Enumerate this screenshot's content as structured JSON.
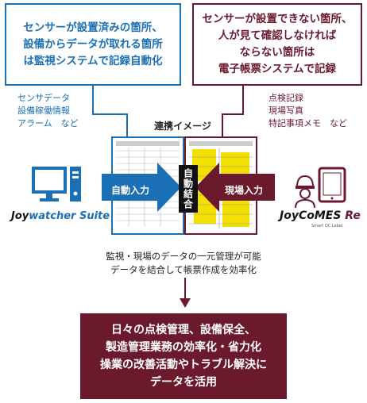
{
  "left_box": {
    "lines": [
      "センサーが設置済みの箇所、",
      "設備からデータが取れる箇所",
      "は監視システムで記録自動化"
    ]
  },
  "right_box": {
    "lines": [
      "センサーが設置できない箇所、",
      "人が見て確認しなければ",
      "ならない箇所は",
      "電子帳票システムで記録"
    ]
  },
  "left_list": [
    "センサデータ",
    "設備稼働情報",
    "アラーム　など"
  ],
  "right_list": [
    "点検記録",
    "現場写真",
    "特記事項メモ　など"
  ],
  "center_title": "連携イメージ",
  "arrow_left_label": "自動入力",
  "arrow_right_label": "現場入力",
  "center_label": "自動結合",
  "logo_left": {
    "prefix": "Joy",
    "suffix": "watcher Suite"
  },
  "logo_right": {
    "prefix": "JoyCoMES",
    "suffix": " Re",
    "sub": "Smart QC Label"
  },
  "description": [
    "監視・現場のデータの一元管理が可能",
    "データを結合して帳票作成を効率化"
  ],
  "result_lines": [
    "日々の点検管理、設備保全、",
    "製造管理業務の効率化・省力化",
    "操業の改善活動やトラブル解決に",
    "データを活用"
  ],
  "colors": {
    "blue": "#1a6fb5",
    "maroon": "#6b1a2e",
    "yellow": "#f3e000"
  }
}
